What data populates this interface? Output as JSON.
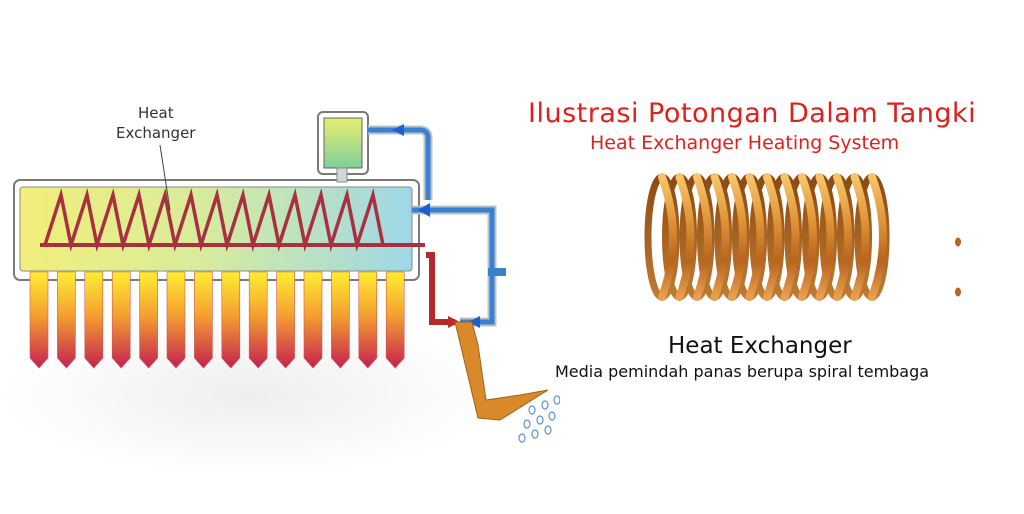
{
  "heading": {
    "title": "Ilustrasi Potongan Dalam Tangki",
    "subtitle": "Heat Exchanger Heating System"
  },
  "diagram": {
    "label_line1": "Heat",
    "label_line2": "Exchanger"
  },
  "caption": {
    "title": "Heat Exchanger",
    "description": "Media pemindah panas berupa spiral tembaga"
  },
  "colors": {
    "title_red": "#e0201c",
    "copper": "#d88a2a",
    "cold_pipe": "#3a7fd0",
    "hot_pipe": "#b42a2a"
  },
  "counts": {
    "vacuum_tubes": 14,
    "coil_turns": 13
  }
}
